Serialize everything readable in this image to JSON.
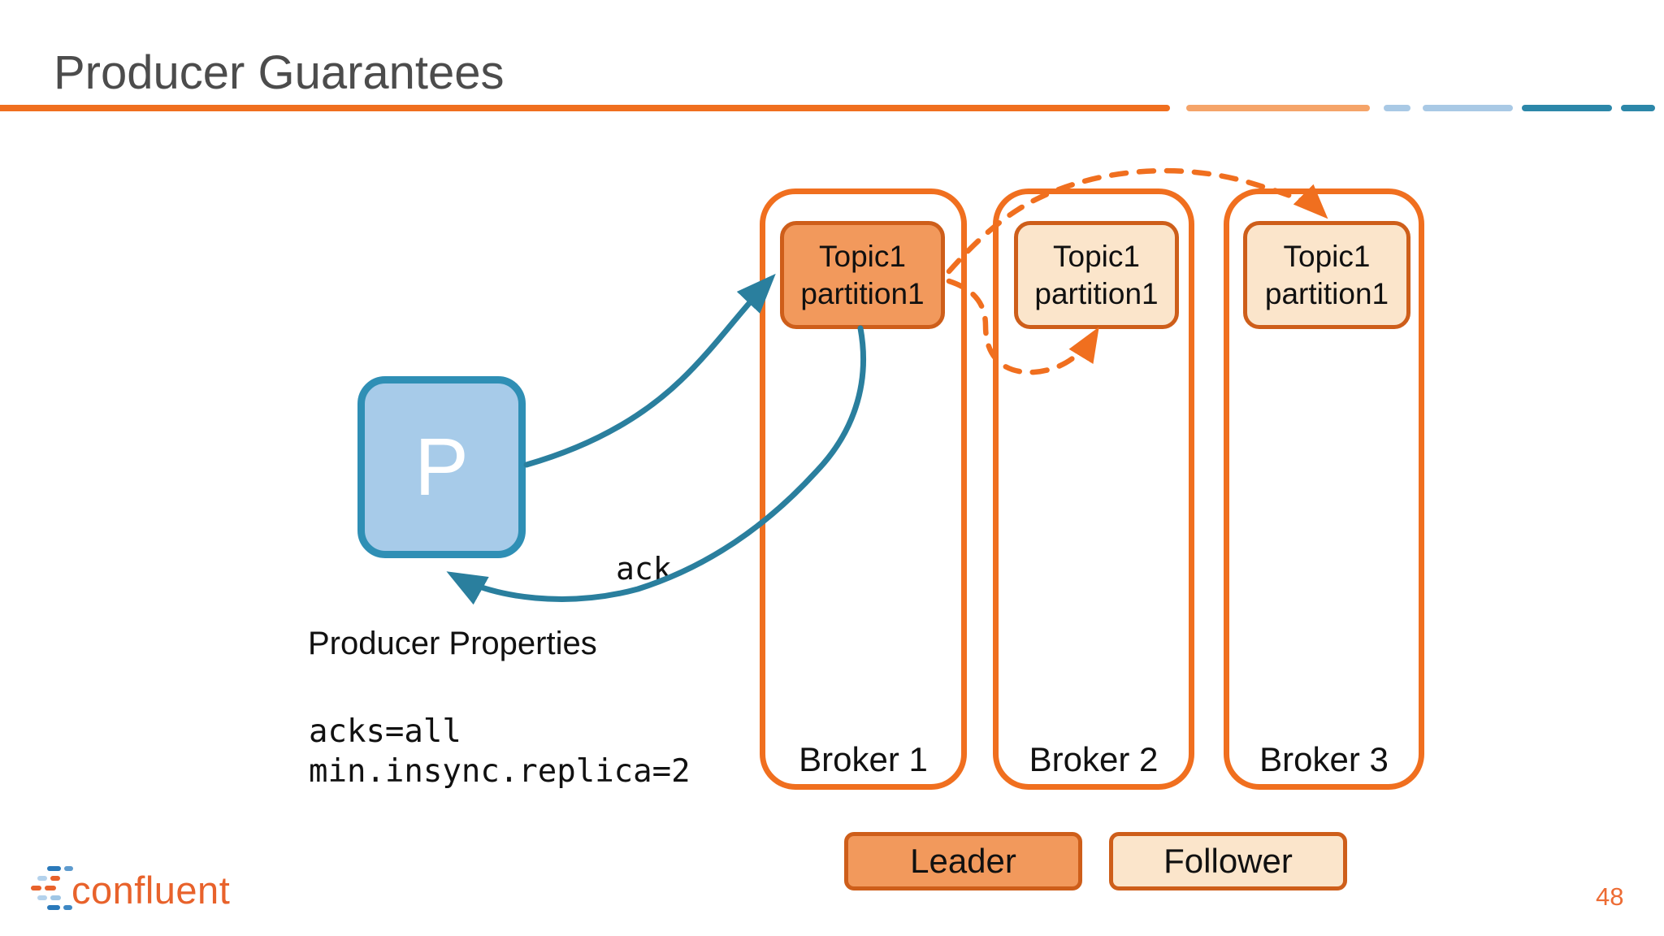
{
  "slide": {
    "title": "Producer Guarantees",
    "page_number": "48"
  },
  "diagram": {
    "producer": {
      "label": "P"
    },
    "brokers": [
      {
        "label": "Broker 1",
        "partition": {
          "line1": "Topic1",
          "line2": "partition1",
          "role": "leader"
        }
      },
      {
        "label": "Broker 2",
        "partition": {
          "line1": "Topic1",
          "line2": "partition1",
          "role": "follower"
        }
      },
      {
        "label": "Broker 3",
        "partition": {
          "line1": "Topic1",
          "line2": "partition1",
          "role": "follower"
        }
      }
    ],
    "arrows": {
      "ack_label": "ack",
      "produce_arrow": "producer-to-leader",
      "ack_arrow": "leader-to-producer",
      "replication_arrows": [
        "leader-to-broker2-follower",
        "leader-to-broker3-follower"
      ]
    },
    "properties": {
      "heading": "Producer Properties",
      "lines": [
        "acks=all",
        "min.insync.replica=2"
      ]
    },
    "legend": [
      {
        "label": "Leader",
        "role": "leader"
      },
      {
        "label": "Follower",
        "role": "follower"
      }
    ]
  },
  "footer": {
    "logo_text": "confluent"
  },
  "colors": {
    "accent_orange": "#f06f1f",
    "dark_orange_border": "#ce5e1a",
    "leader_fill": "#f2995c",
    "follower_fill": "#fbe5cb",
    "producer_fill": "#a7cbe9",
    "producer_border": "#2f8fb5",
    "arrow_blue": "#2a7f9e",
    "rule_light_orange": "#f5a469",
    "rule_light_blue": "#a9c9e5",
    "rule_teal": "#2c87a9",
    "title_gray": "#4c4c4c",
    "logo_orange": "#e8622b"
  }
}
